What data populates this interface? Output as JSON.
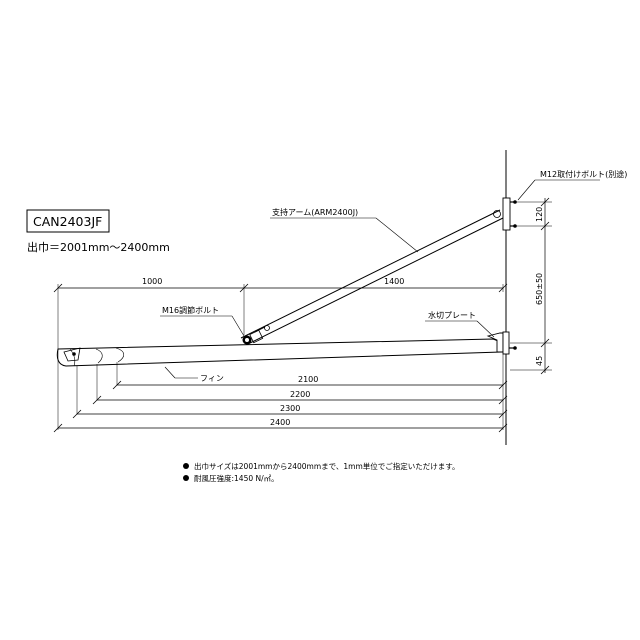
{
  "model_code": "CAN2403JF",
  "projection_range": "出巾＝2001mm〜2400mm",
  "labels": {
    "bolt_m12": "M12取付けボルト(別途)",
    "arm": "支持アーム(ARM2400J)",
    "bolt_m16": "M16調節ボルト",
    "flashing_plate": "水切プレート",
    "fin": "フィン"
  },
  "dimensions": {
    "span_outer": "1000",
    "span_arm": "1400",
    "bolt_pitch": "120",
    "arm_height": "650±50",
    "fin_thickness": "45",
    "fin_2100": "2100",
    "fin_2200": "2200",
    "fin_2300": "2300",
    "fin_2400": "2400"
  },
  "notes": [
    "出巾サイズは2001mmから2400mmまで、1mm単位でご指定いただけます。",
    "耐風圧強度:1450 N/㎡。"
  ]
}
